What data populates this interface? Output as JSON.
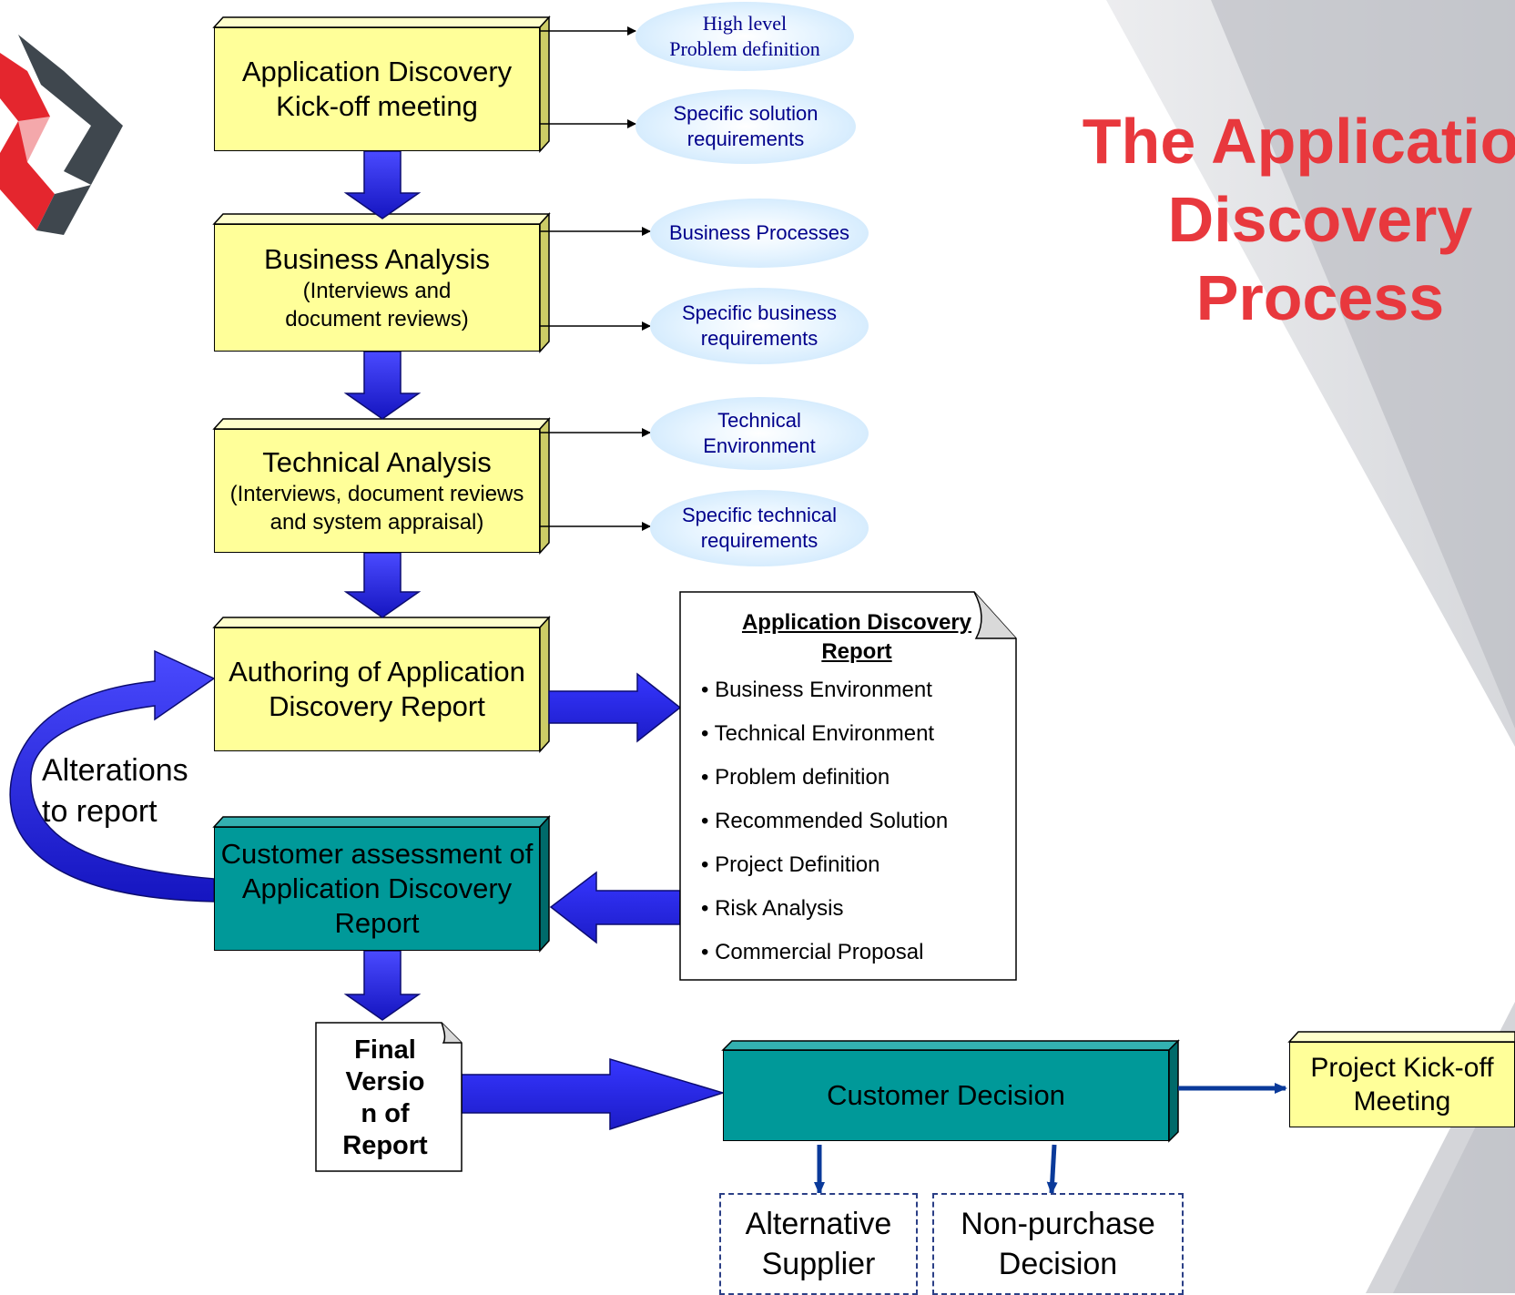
{
  "title": {
    "lines": [
      "The Application",
      "Discovery",
      "Process"
    ]
  },
  "colors": {
    "accent_red": "#e8383d",
    "step_yellow": "#ffff99",
    "step_teal": "#009999",
    "arrow_blue": "#2222cc",
    "output_text": "#00008b"
  },
  "steps": [
    {
      "lines": [
        "Application Discovery",
        "Kick-off meeting"
      ]
    },
    {
      "lines": [
        "Business Analysis"
      ],
      "sub": [
        "(Interviews and",
        "document reviews)"
      ]
    },
    {
      "lines": [
        "Technical Analysis"
      ],
      "sub": [
        "(Interviews, document reviews",
        "and system appraisal)"
      ]
    },
    {
      "lines": [
        "Authoring of Application",
        "Discovery Report"
      ]
    },
    {
      "lines": [
        "Customer assessment of",
        "Application Discovery",
        "Report"
      ]
    }
  ],
  "outputs": [
    {
      "lines": [
        "High level",
        "Problem definition"
      ]
    },
    {
      "lines": [
        "Specific solution",
        "requirements"
      ]
    },
    {
      "lines": [
        "Business Processes"
      ]
    },
    {
      "lines": [
        "Specific business",
        "requirements"
      ]
    },
    {
      "lines": [
        "Technical",
        "Environment"
      ]
    },
    {
      "lines": [
        "Specific technical",
        "requirements"
      ]
    }
  ],
  "report": {
    "title": [
      "Application Discovery",
      "Report"
    ],
    "items": [
      "Business Environment",
      "Technical Environment",
      "Problem definition",
      "Recommended Solution",
      "Project Definition",
      "Risk Analysis",
      "Commercial Proposal"
    ]
  },
  "loop_label": [
    "Alterations",
    "to report"
  ],
  "final_report": [
    "Final",
    "Versio",
    "n of",
    "Report"
  ],
  "decision": {
    "label": "Customer Decision"
  },
  "kickoff": {
    "lines": [
      "Project Kick-off",
      "Meeting"
    ]
  },
  "decision_outcomes": [
    {
      "lines": [
        "Alternative",
        "Supplier"
      ]
    },
    {
      "lines": [
        "Non-purchase",
        "Decision"
      ]
    }
  ]
}
